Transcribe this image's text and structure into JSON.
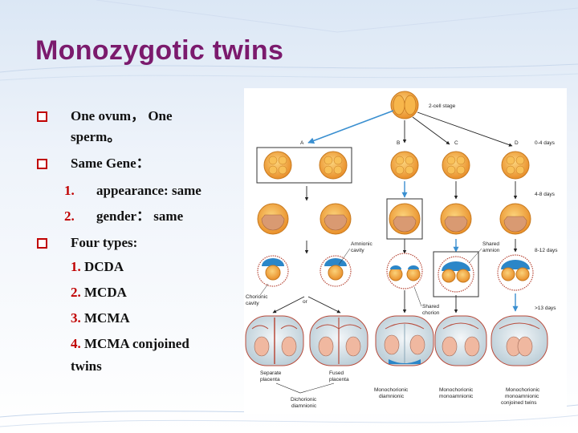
{
  "slide": {
    "title": "Monozygotic twins",
    "bullets": [
      {
        "text_line1": "One ovum， One",
        "text_line2": "sperm。"
      },
      {
        "text": "Same Gene："
      },
      {
        "number": "1.",
        "text": "appearance: same"
      },
      {
        "number": "2.",
        "text": "gender： same"
      },
      {
        "text": "Four types:"
      },
      {
        "number": "1.",
        "text": " DCDA"
      },
      {
        "number": "2.",
        "text": " MCDA"
      },
      {
        "number": "3.",
        "text": " MCMA"
      },
      {
        "number": "4.",
        "text": " MCMA conjoined",
        "text_line2": "twins"
      }
    ]
  },
  "diagram": {
    "stage_label": "2-cell stage",
    "columns": [
      "A",
      "B",
      "C",
      "D"
    ],
    "day_labels": [
      "0-4 days",
      "4-8 days",
      "8-12 days",
      ">13 days"
    ],
    "annotations": {
      "amnionic_cavity": [
        "Amnionic",
        "cavity"
      ],
      "shared_amnion": [
        "Shared",
        "amnion"
      ],
      "chorionic_cavity": [
        "Chorionic",
        "cavity"
      ],
      "or": "or",
      "shared_chorion": [
        "Shared",
        "chorion"
      ],
      "separate_placenta": [
        "Separate",
        "placenta"
      ],
      "fused_placenta": [
        "Fused",
        "placenta"
      ],
      "dichorionic_diamnionic": [
        "Dichorionic",
        "diamnionic"
      ],
      "monochorionic_diamnionic": [
        "Monochorionic",
        "diamnionic"
      ],
      "monochorionic_monoamnionic": [
        "Monochorionic",
        "monoamnionic"
      ],
      "monochorionic_monoamnionic_conjoined": [
        "Monochorionic",
        "monoamnionic",
        "conjoined twins"
      ]
    },
    "colors": {
      "cell": "#f2a640",
      "cell_inner": "#f8c870",
      "cavity": "#d89870",
      "amnion_blue": "#2b86c8",
      "arrow_blue": "#3a8fd0",
      "chorion": "#b84a3a",
      "sac": "#dfe8ec"
    }
  }
}
